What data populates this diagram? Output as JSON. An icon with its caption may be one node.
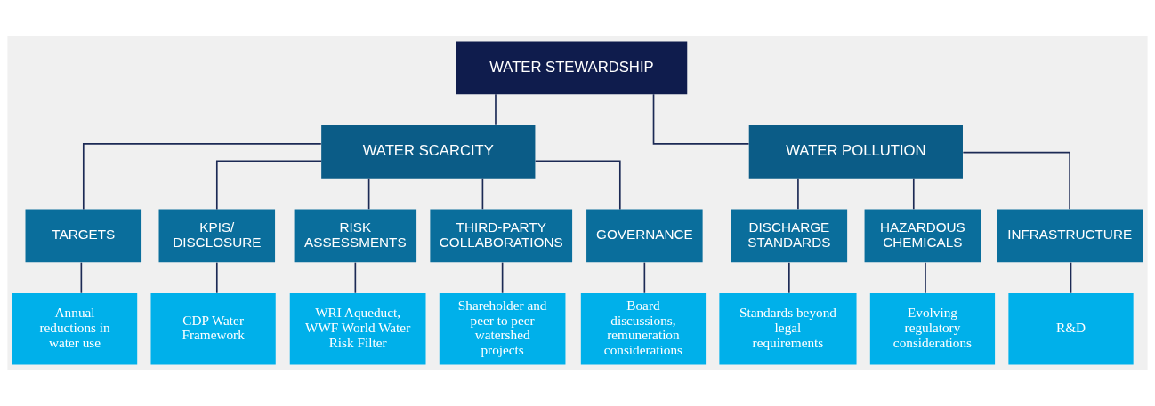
{
  "diagram": {
    "nodes": [
      {
        "text": [
          "WATER STEWARDSHIP"
        ]
      },
      {
        "text": [
          "WATER SCARCITY"
        ]
      },
      {
        "text": [
          "WATER POLLUTION"
        ]
      },
      {
        "text": [
          "TARGETS"
        ]
      },
      {
        "text": [
          "KPIS/ DISCLOSURE"
        ]
      },
      {
        "text": [
          "RISK ASSESSMENTS"
        ]
      },
      {
        "text": [
          "THIRD-PARTY COLLABORATIONS"
        ]
      },
      {
        "text": [
          "GOVERNANCE"
        ]
      },
      {
        "text": [
          "DISCHARGE STANDARDS"
        ]
      },
      {
        "text": [
          "HAZARDOUS CHEMICALS"
        ]
      },
      {
        "text": [
          "INFRASTRUCTURE"
        ]
      },
      {
        "text": [
          "Annual reductions in water use"
        ]
      },
      {
        "text": [
          "CDP Water Framework"
        ]
      },
      {
        "text": [
          "WRI Aqueduct, WWF World Water Risk Filter"
        ]
      },
      {
        "text": [
          "Shareholder and peer to peer watershed projects"
        ]
      },
      {
        "text": [
          "Board discussions, remuneration considerations"
        ]
      },
      {
        "text": [
          "Standards beyond legal requirements"
        ]
      },
      {
        "text": [
          "Evolving regulatory considerations"
        ]
      },
      {
        "text": [
          "R&D"
        ]
      }
    ],
    "edges": [
      {
        "from": 0,
        "to": 1,
        "arrow": "none"
      },
      {
        "from": 0,
        "to": 2,
        "arrow": "none"
      },
      {
        "from": 1,
        "to": 3,
        "arrow": "none"
      },
      {
        "from": 1,
        "to": 4,
        "arrow": "none"
      },
      {
        "from": 1,
        "to": 5,
        "arrow": "none"
      },
      {
        "from": 1,
        "to": 6,
        "arrow": "none"
      },
      {
        "from": 1,
        "to": 7,
        "arrow": "none"
      },
      {
        "from": 2,
        "to": 8,
        "arrow": "none"
      },
      {
        "from": 2,
        "to": 9,
        "arrow": "none"
      },
      {
        "from": 2,
        "to": 10,
        "arrow": "none"
      },
      {
        "from": 3,
        "to": 11,
        "arrow": "none"
      },
      {
        "from": 4,
        "to": 12,
        "arrow": "none"
      },
      {
        "from": 5,
        "to": 13,
        "arrow": "none"
      },
      {
        "from": 6,
        "to": 14,
        "arrow": "none"
      },
      {
        "from": 7,
        "to": 15,
        "arrow": "none"
      },
      {
        "from": 8,
        "to": 16,
        "arrow": "none"
      },
      {
        "from": 9,
        "to": 17,
        "arrow": "none"
      },
      {
        "from": 10,
        "to": 18,
        "arrow": "none"
      }
    ]
  }
}
